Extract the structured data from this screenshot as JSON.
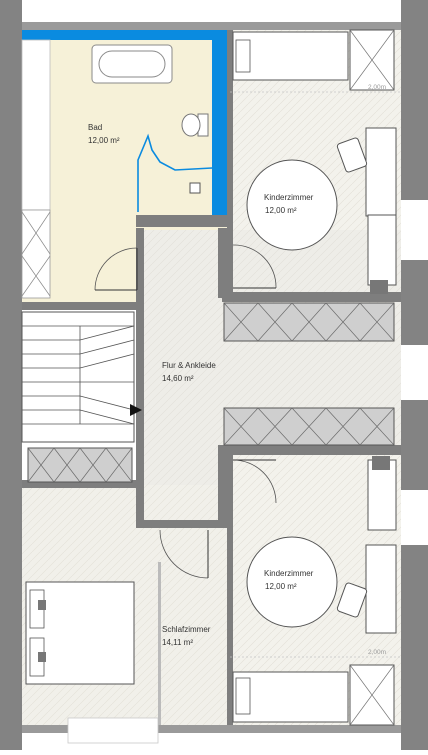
{
  "floorplan": {
    "rooms": [
      {
        "key": "bad",
        "name": "Bad",
        "area": "12,00 m²"
      },
      {
        "key": "kinder_top",
        "name": "Kinderzimmer",
        "area": "12,00 m²"
      },
      {
        "key": "flur",
        "name": "Flur & Ankleide",
        "area": "14,60 m²"
      },
      {
        "key": "kinder_bottom",
        "name": "Kinderzimmer",
        "area": "12,00 m²"
      },
      {
        "key": "schlaf",
        "name": "Schlafzimmer",
        "area": "14,11 m²"
      }
    ],
    "dimensions": {
      "top_right": "2,00m",
      "bottom_right": "2,00m"
    }
  },
  "colors": {
    "wall": "#7a7a7a",
    "wall_dark": "#8a8a8a",
    "bath_floor": "#f6f1d8",
    "room_floor": "#f1f0ea",
    "hall_floor": "#ecebe6",
    "water": "#0a8be0"
  }
}
